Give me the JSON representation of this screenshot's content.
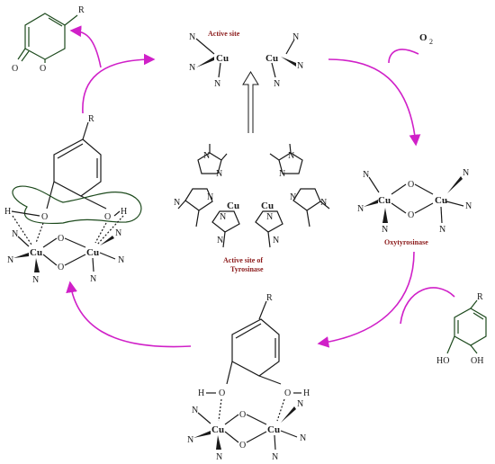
{
  "labels": {
    "active_site": "Active site",
    "oxytyrosinase": "Oxytyrosinase",
    "center_line1": "Active site of",
    "center_line2": "Tyrosinase",
    "oxygen": "O",
    "oxygen_sub": "2"
  },
  "atoms": {
    "cu": "Cu",
    "n": "N",
    "o": "O",
    "h": "H",
    "r": "R",
    "ho": "HO",
    "oh": "OH"
  },
  "colors": {
    "arrow": "#d020c8",
    "product_green": "#1d4a1d",
    "label_red": "#8b1a1a",
    "substrate_blue": "#1a2a7a"
  }
}
